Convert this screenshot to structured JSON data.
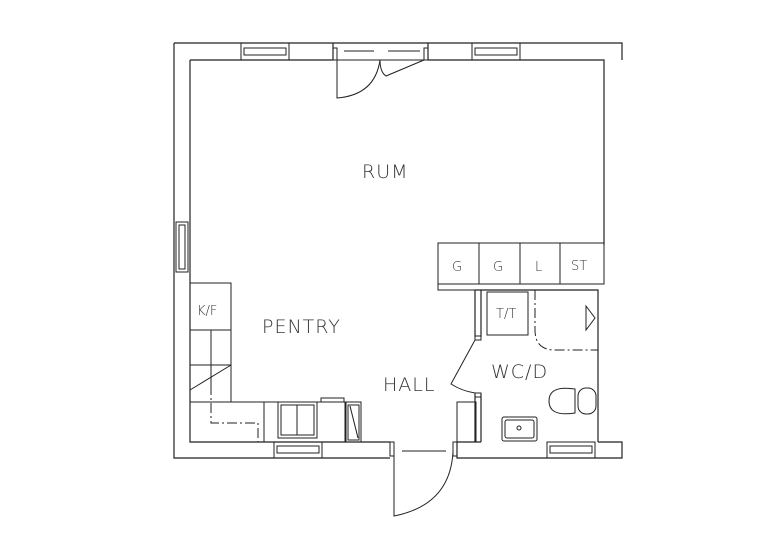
{
  "plan": {
    "rooms": {
      "rum": "RUM",
      "pentry": "PENTRY",
      "hall": "HALL",
      "wcd": "WC/D"
    },
    "fixtures": {
      "kf": "K/F",
      "tt": "T/T",
      "closets": [
        "G",
        "G",
        "L",
        "ST"
      ]
    }
  }
}
